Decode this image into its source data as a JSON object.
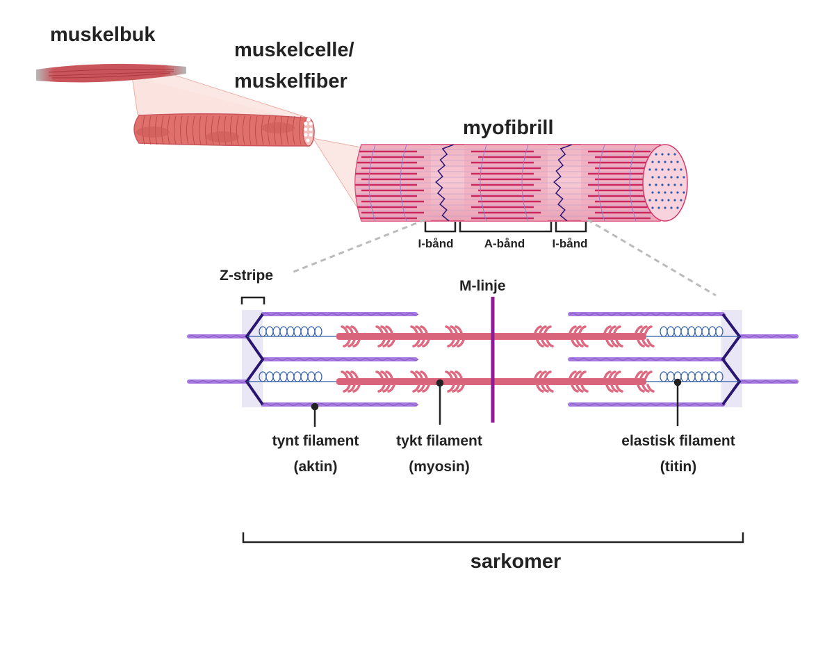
{
  "title": "Muscle structure: from muscle belly to sarcomere",
  "labels": {
    "muscle_belly": "muskelbuk",
    "muscle_cell_line1": "muskelcelle/",
    "muscle_cell_line2": "muskelfiber",
    "myofibril": "myofibrill",
    "i_band_left": "I-bånd",
    "a_band": "A-bånd",
    "i_band_right": "I-bånd",
    "z_stripe": "Z-stripe",
    "m_line": "M-linje",
    "thin_filament_line1": "tynt filament",
    "thin_filament_line2": "(aktin)",
    "thick_filament_line1": "tykt filament",
    "thick_filament_line2": "(myosin)",
    "elastic_filament_line1": "elastisk filament",
    "elastic_filament_line2": "(titin)",
    "sarcomere": "sarkomer"
  },
  "colors": {
    "text": "#222222",
    "muscle": "#c9555b",
    "muscle_fiber": "#e0706c",
    "zoom_cone": "#fbe3df",
    "myofibril_body": "#f4bccb",
    "myofibril_dark": "#c8285e",
    "z_line": "#2a1670",
    "actin": "#a77be0",
    "myosin": "#de6a82",
    "titin": "#2d5ba8",
    "m_line": "#8e1b95",
    "z_zone": "#e9e7f5",
    "dashed_guide": "#bbbbbb"
  }
}
